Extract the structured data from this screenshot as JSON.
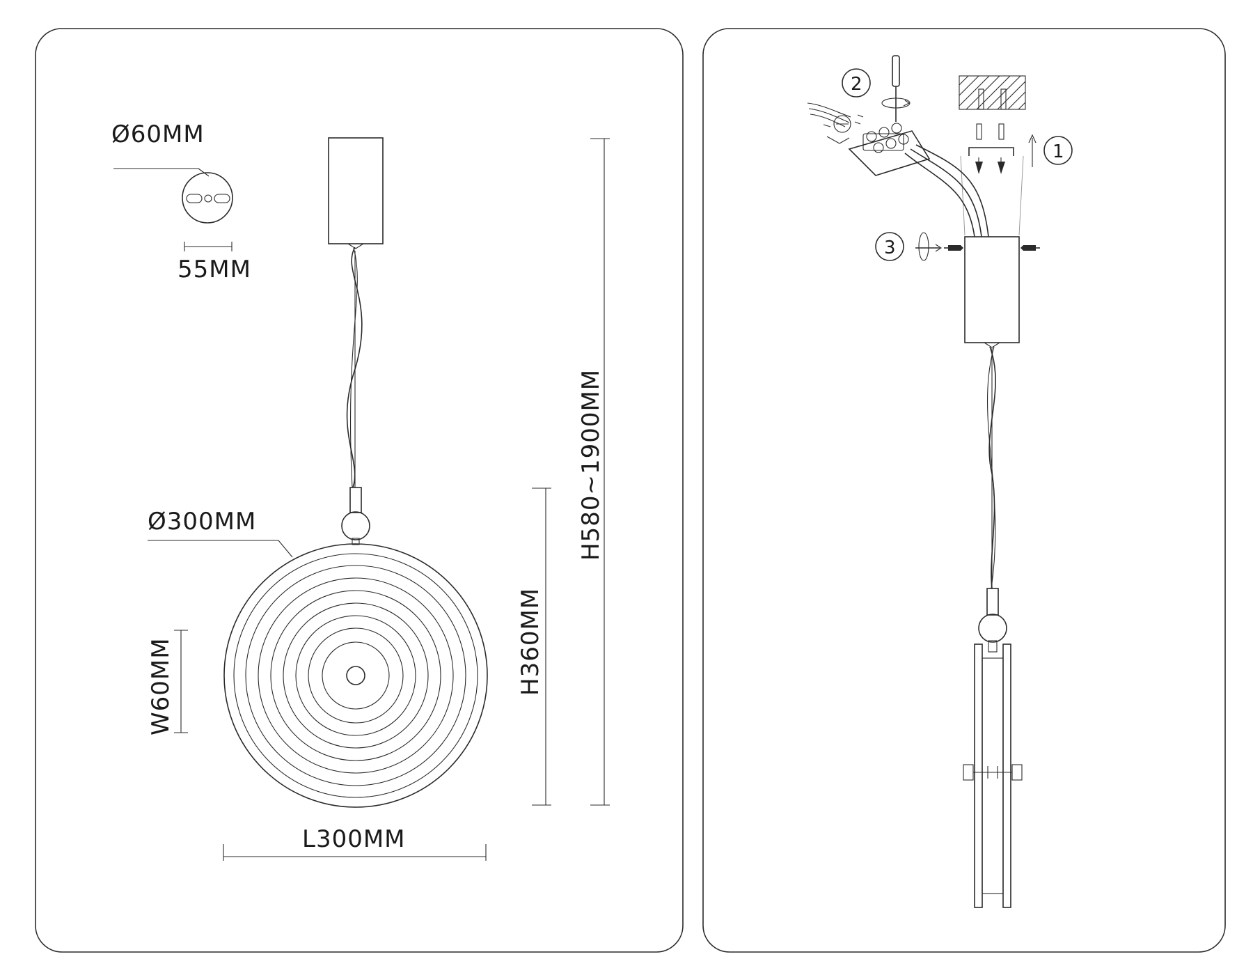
{
  "left_panel": {
    "canopy_diameter": "Ø60MM",
    "canopy_width": "55MM",
    "disc_diameter": "Ø300MM",
    "total_height": "H580~1900MM",
    "disc_height": "H360MM",
    "width": "W60MM",
    "length": "L300MM"
  },
  "right_panel": {
    "steps": [
      "1",
      "2",
      "3"
    ]
  },
  "colors": {
    "line": "#2a2a2a",
    "background": "#ffffff"
  }
}
